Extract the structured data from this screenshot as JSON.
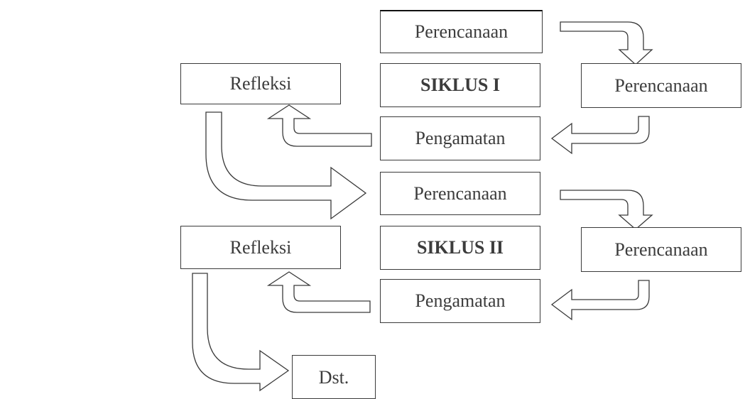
{
  "diagram": {
    "cycle1": {
      "top": "Perencanaan",
      "left": "Refleksi",
      "center": "SIKLUS I",
      "right": "Perencanaan",
      "bottom": "Pengamatan"
    },
    "cycle2": {
      "top": "Perencanaan",
      "left": "Refleksi",
      "center": "SIKLUS II",
      "right": "Perencanaan",
      "bottom": "Pengamatan"
    },
    "continue": "Dst."
  }
}
